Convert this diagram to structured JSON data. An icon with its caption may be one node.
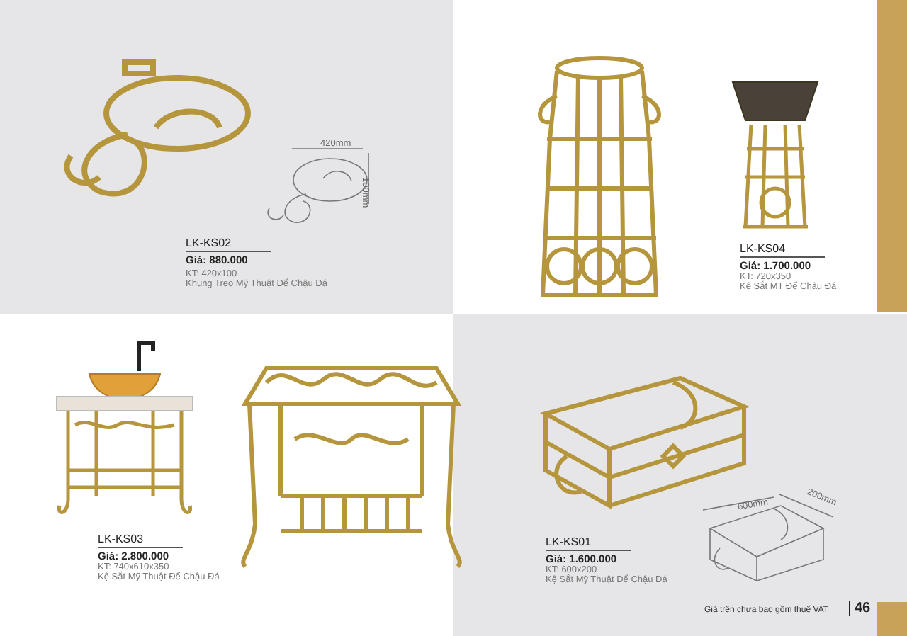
{
  "diagram": {
    "labels": [
      "LK-KS02",
      "Giá: 880.000",
      "KT: 420x100",
      "Khung Treo Mỹ Thuật Để Chậu Đá",
      "420mm",
      "100mm",
      "LK-KS04",
      "Giá: 1.700.000",
      "KT: 720x350",
      "Kệ Sắt MT Để Chậu Đá",
      "LK-KS03",
      "Giá: 2.800.000",
      "KT: 740x610x350",
      "Kệ Sắt Mỹ Thuật Để Chậu Đá",
      "LK-KS01",
      "Giá: 1.600.000",
      "KT: 600x200",
      "Kệ Sắt Mỹ Thuật Để Chậu Đá",
      "600mm",
      "200mm",
      "Giá trên chưa bao gồm thuế VAT",
      "46"
    ]
  }
}
